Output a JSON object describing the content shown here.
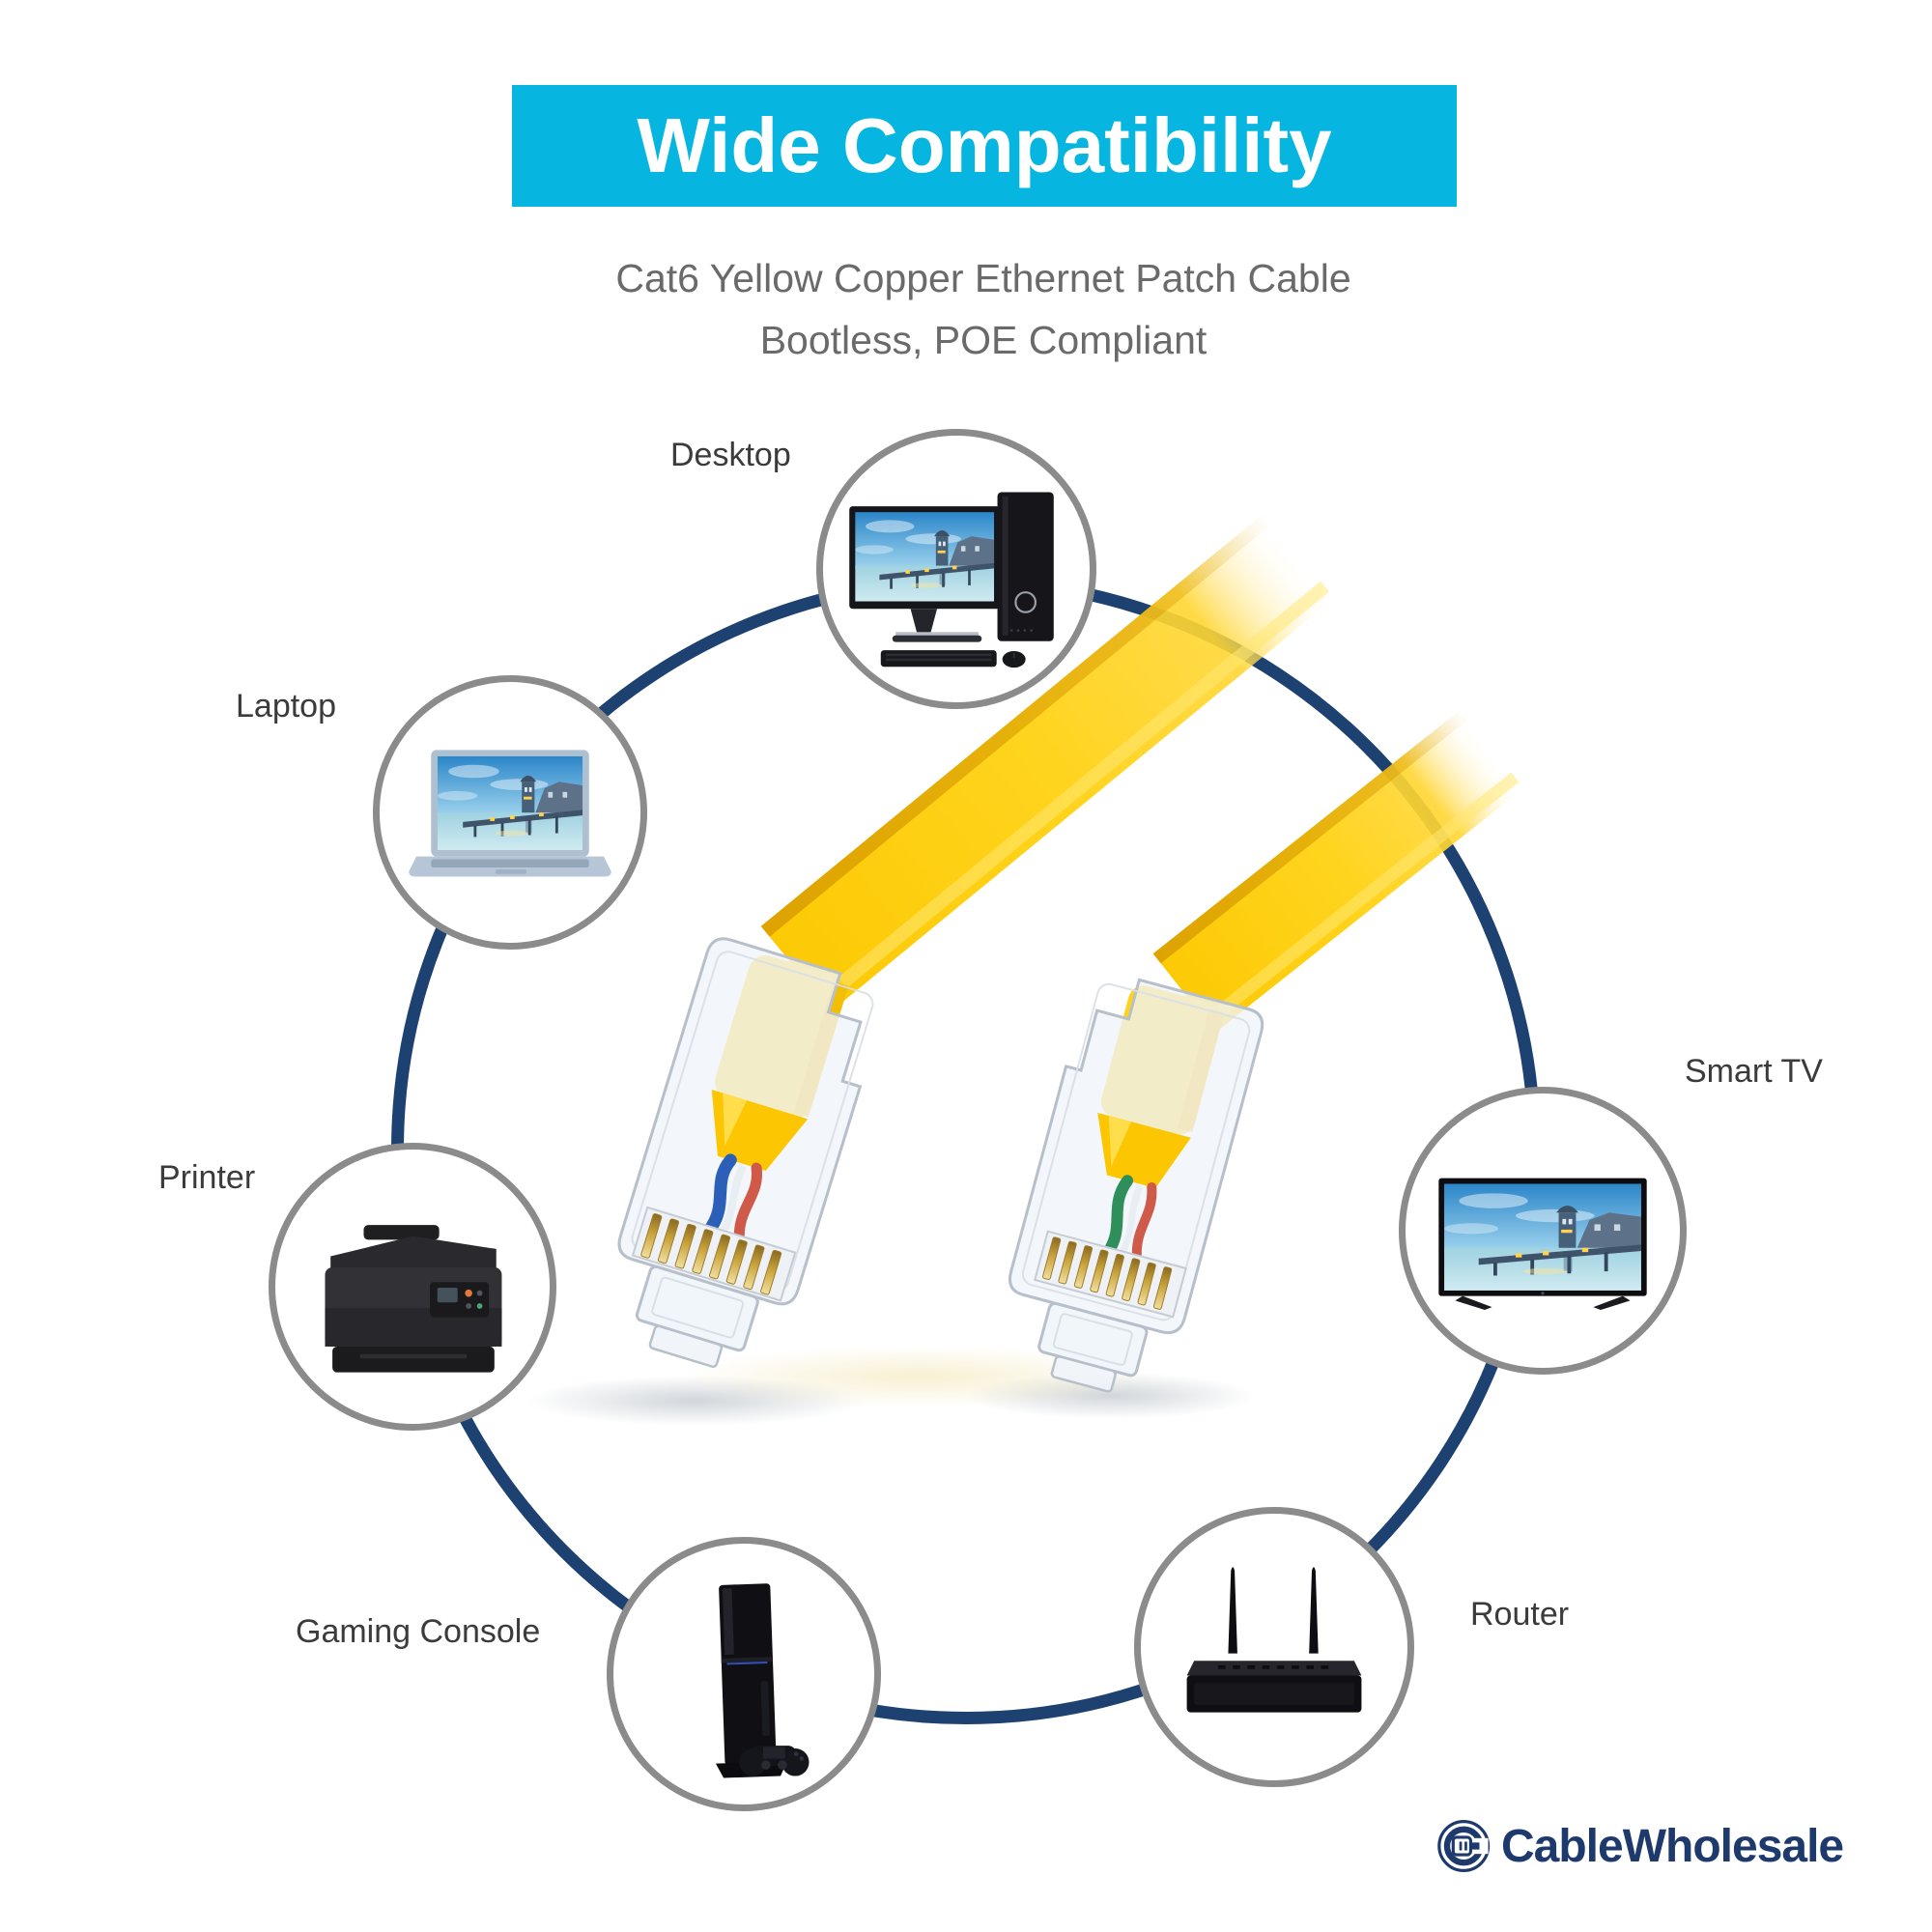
{
  "header": {
    "title": "Wide Compatibility"
  },
  "subtitle": {
    "line1": "Cat6 Yellow Copper Ethernet Patch Cable",
    "line2": "Bootless, POE Compliant"
  },
  "devices": [
    {
      "id": "desktop",
      "label": "Desktop",
      "icon": "desktop-computer-icon"
    },
    {
      "id": "laptop",
      "label": "Laptop",
      "icon": "laptop-icon"
    },
    {
      "id": "printer",
      "label": "Printer",
      "icon": "printer-icon"
    },
    {
      "id": "gaming-console",
      "label": "Gaming Console",
      "icon": "game-console-icon"
    },
    {
      "id": "router",
      "label": "Router",
      "icon": "wifi-router-icon"
    },
    {
      "id": "smart-tv",
      "label": "Smart TV",
      "icon": "smart-tv-icon"
    }
  ],
  "product": {
    "image": "yellow-cat6-cable-with-two-clear-rj45-connectors"
  },
  "logo": {
    "text": "CableWholesale",
    "icon": "plug-in-circle-icon"
  },
  "colors": {
    "banner": "#06b6e0",
    "title_text": "#ffffff",
    "subtitle_text": "#6a6a6a",
    "label_text": "#3b3b3b",
    "connection_ring": "#1d4271",
    "device_circle_border": "#8b8b8b",
    "cable_yellow": "#ffd21e",
    "logo_navy": "#1e3a6d"
  }
}
